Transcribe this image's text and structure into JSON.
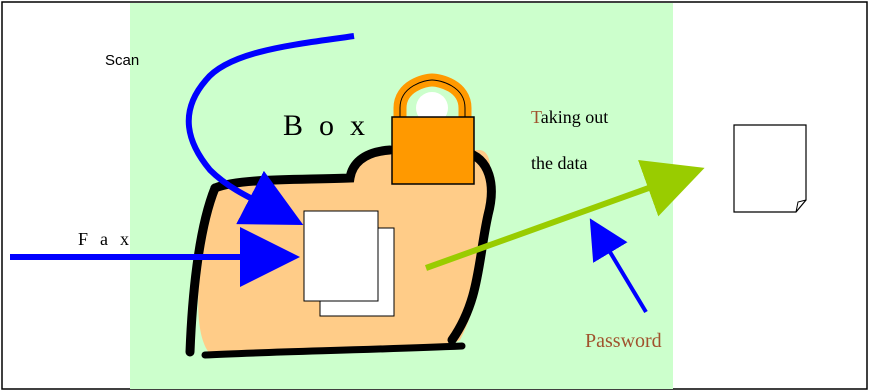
{
  "diagram": {
    "labels": {
      "scan": "Scan",
      "box": "Box",
      "fax": "Fax",
      "taking_out_first": "T",
      "taking_out_rest": "aking out",
      "taking_out_line2": "the data",
      "password": "Password"
    },
    "colors": {
      "background_zone": "#ccffcc",
      "box_fill": "#ffcc88",
      "box_outline": "#000000",
      "lock_body": "#ff9900",
      "arrow_blue": "#0000ff",
      "arrow_green": "#99cc00",
      "accent_text": "#a0522d"
    },
    "icons": [
      "padlock-icon",
      "document-stack-icon",
      "page-icon"
    ]
  }
}
